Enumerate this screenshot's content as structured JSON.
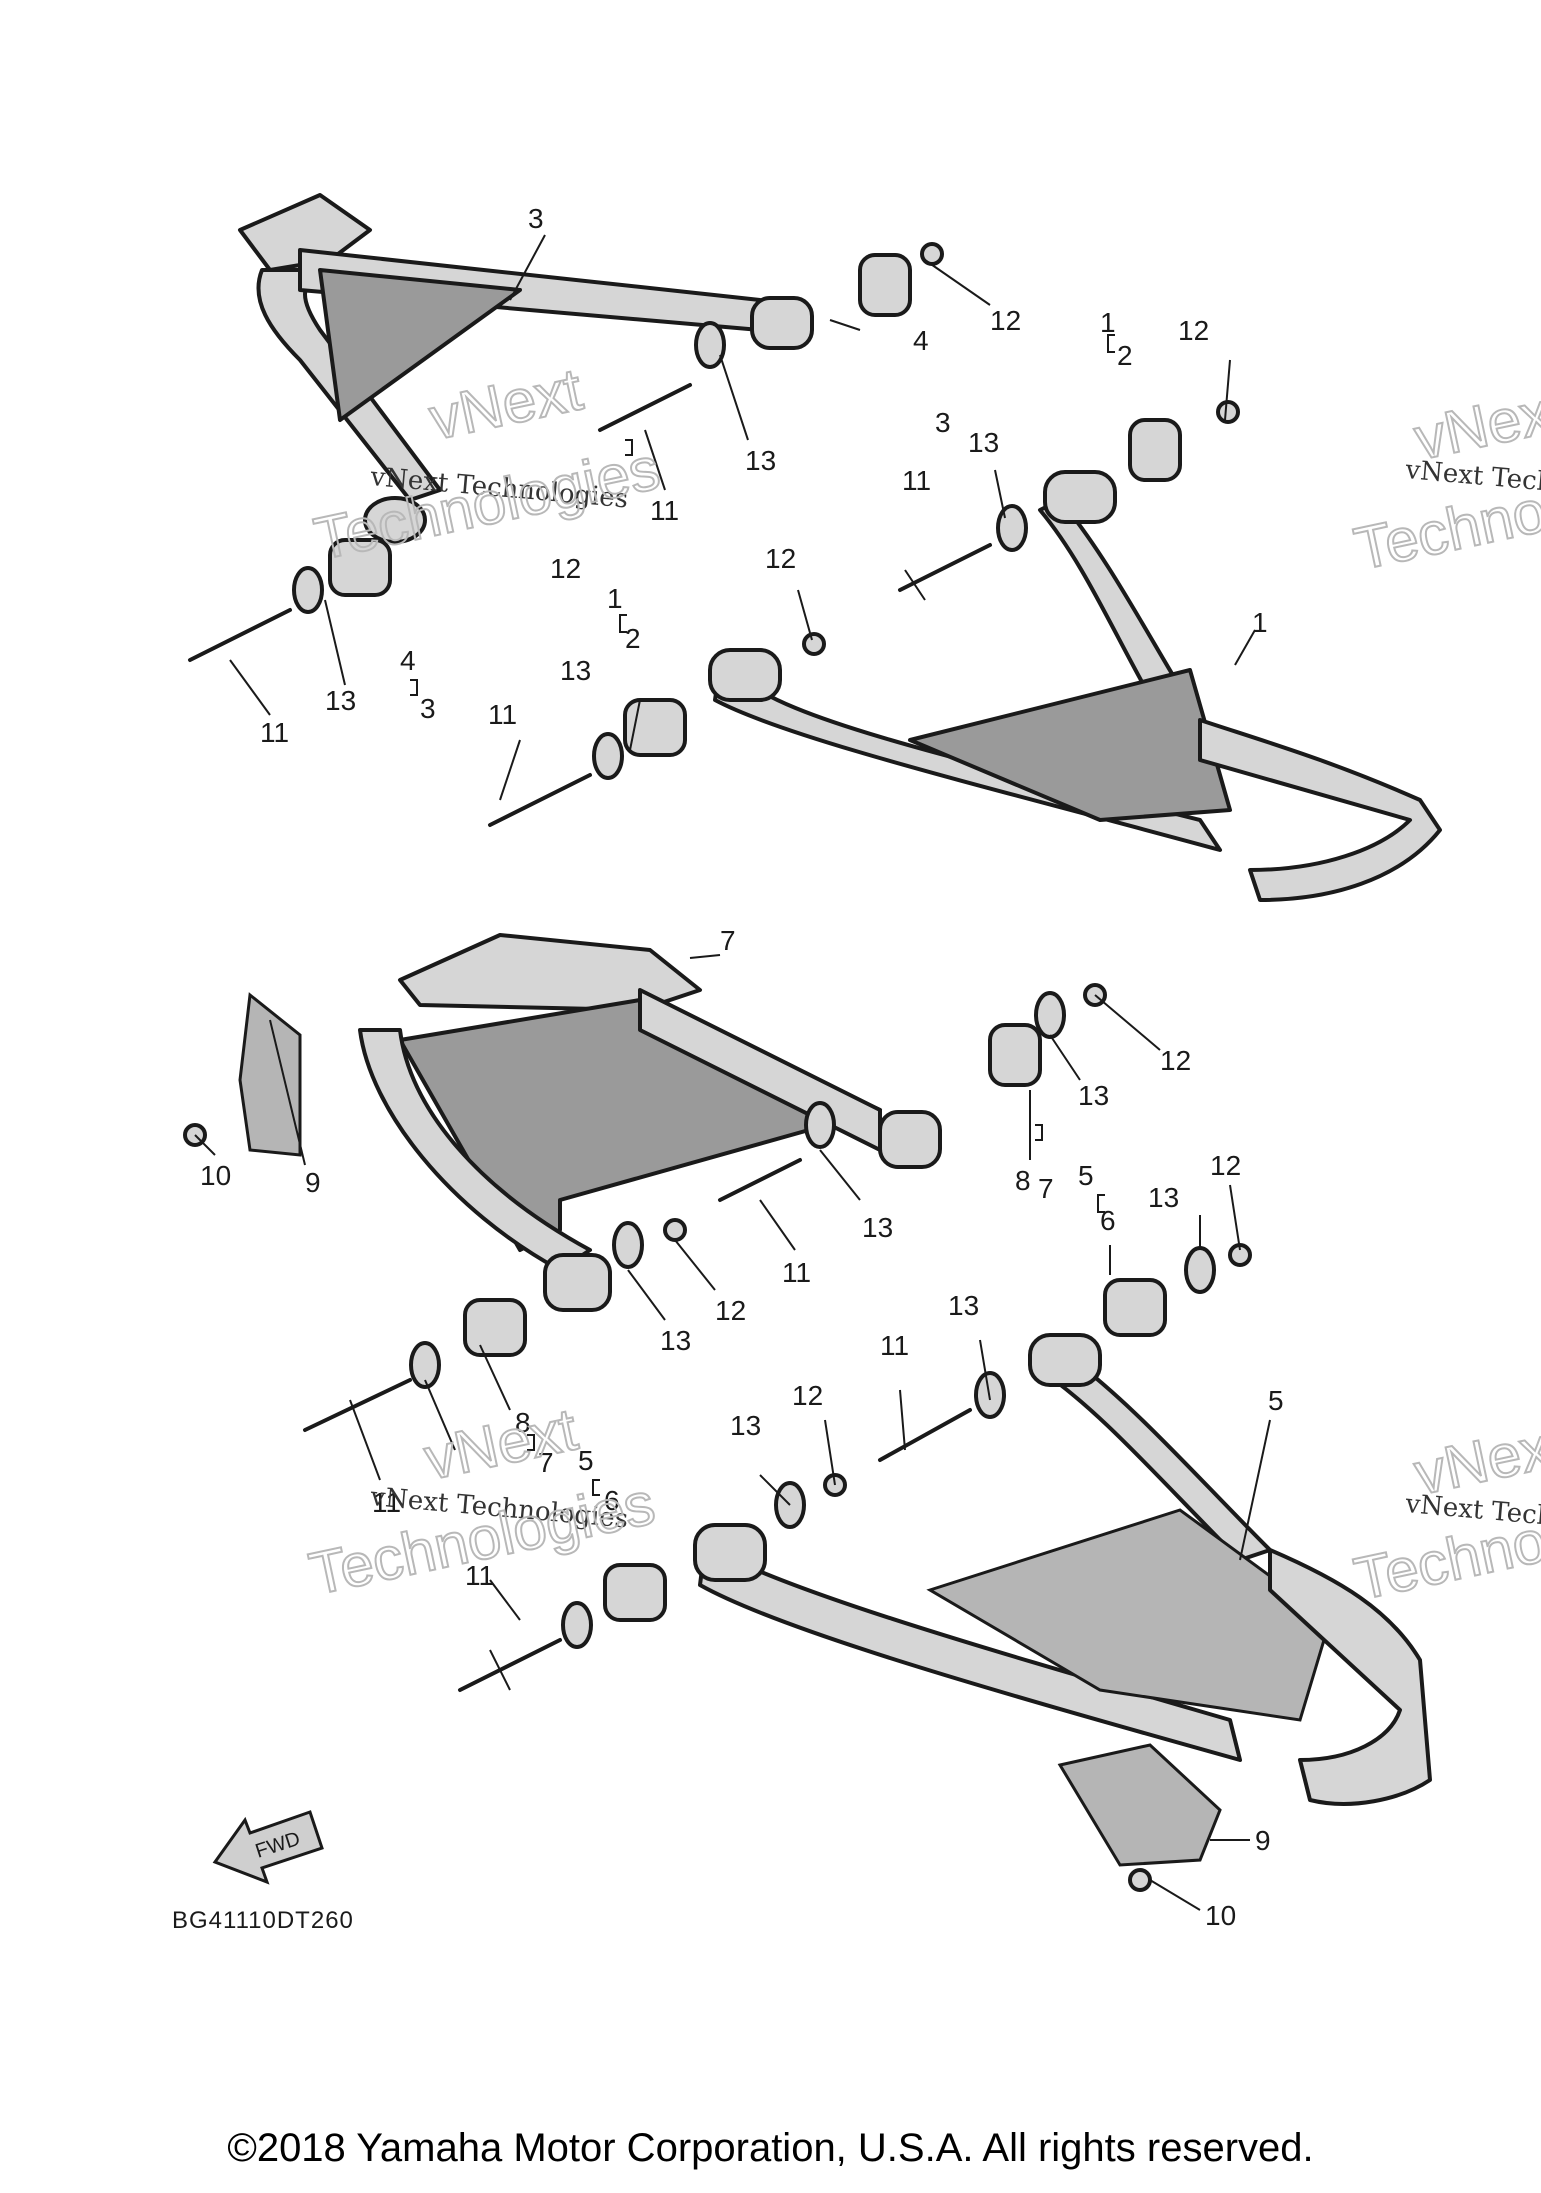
{
  "watermark": {
    "brand": "vNext",
    "line1": "vNext Technologies",
    "line2": "Technologies"
  },
  "callouts": [
    {
      "id": "c1",
      "label": "3"
    },
    {
      "id": "c2",
      "label": "12"
    },
    {
      "id": "c3",
      "label": "1"
    },
    {
      "id": "c4",
      "label": "2"
    },
    {
      "id": "c5",
      "label": "12"
    },
    {
      "id": "c6",
      "label": "4"
    },
    {
      "id": "c7",
      "label": "3"
    },
    {
      "id": "c8",
      "label": "13"
    },
    {
      "id": "c9",
      "label": "11"
    },
    {
      "id": "c10",
      "label": "13"
    },
    {
      "id": "c11",
      "label": "11"
    },
    {
      "id": "c12",
      "label": "12"
    },
    {
      "id": "c13",
      "label": "12"
    },
    {
      "id": "c14",
      "label": "1"
    },
    {
      "id": "c15",
      "label": "2"
    },
    {
      "id": "c16",
      "label": "1"
    },
    {
      "id": "c17",
      "label": "13"
    },
    {
      "id": "c18",
      "label": "4"
    },
    {
      "id": "c19",
      "label": "3"
    },
    {
      "id": "c20",
      "label": "11"
    },
    {
      "id": "c21",
      "label": "11"
    },
    {
      "id": "c22",
      "label": "13"
    },
    {
      "id": "c23",
      "label": "7"
    },
    {
      "id": "c24",
      "label": "12"
    },
    {
      "id": "c25",
      "label": "13"
    },
    {
      "id": "c26",
      "label": "8"
    },
    {
      "id": "c27",
      "label": "7"
    },
    {
      "id": "c28",
      "label": "5"
    },
    {
      "id": "c29",
      "label": "6"
    },
    {
      "id": "c30",
      "label": "13"
    },
    {
      "id": "c31",
      "label": "12"
    },
    {
      "id": "c32",
      "label": "10"
    },
    {
      "id": "c33",
      "label": "9"
    },
    {
      "id": "c34",
      "label": "13"
    },
    {
      "id": "c35",
      "label": "11"
    },
    {
      "id": "c36",
      "label": "12"
    },
    {
      "id": "c37",
      "label": "13"
    },
    {
      "id": "c38",
      "label": "11"
    },
    {
      "id": "c39",
      "label": "13"
    },
    {
      "id": "c40",
      "label": "5"
    },
    {
      "id": "c41",
      "label": "12"
    },
    {
      "id": "c42",
      "label": "13"
    },
    {
      "id": "c43",
      "label": "8"
    },
    {
      "id": "c44",
      "label": "7"
    },
    {
      "id": "c45",
      "label": "5"
    },
    {
      "id": "c46",
      "label": "6"
    },
    {
      "id": "c47",
      "label": "11"
    },
    {
      "id": "c48",
      "label": "9"
    },
    {
      "id": "c49",
      "label": "10"
    },
    {
      "id": "c50",
      "label": "11"
    }
  ],
  "fwd_label": "FWD",
  "diagram_code": "BG41110DT260",
  "copyright": "©2018 Yamaha Motor Corporation, U.S.A. All rights reserved."
}
